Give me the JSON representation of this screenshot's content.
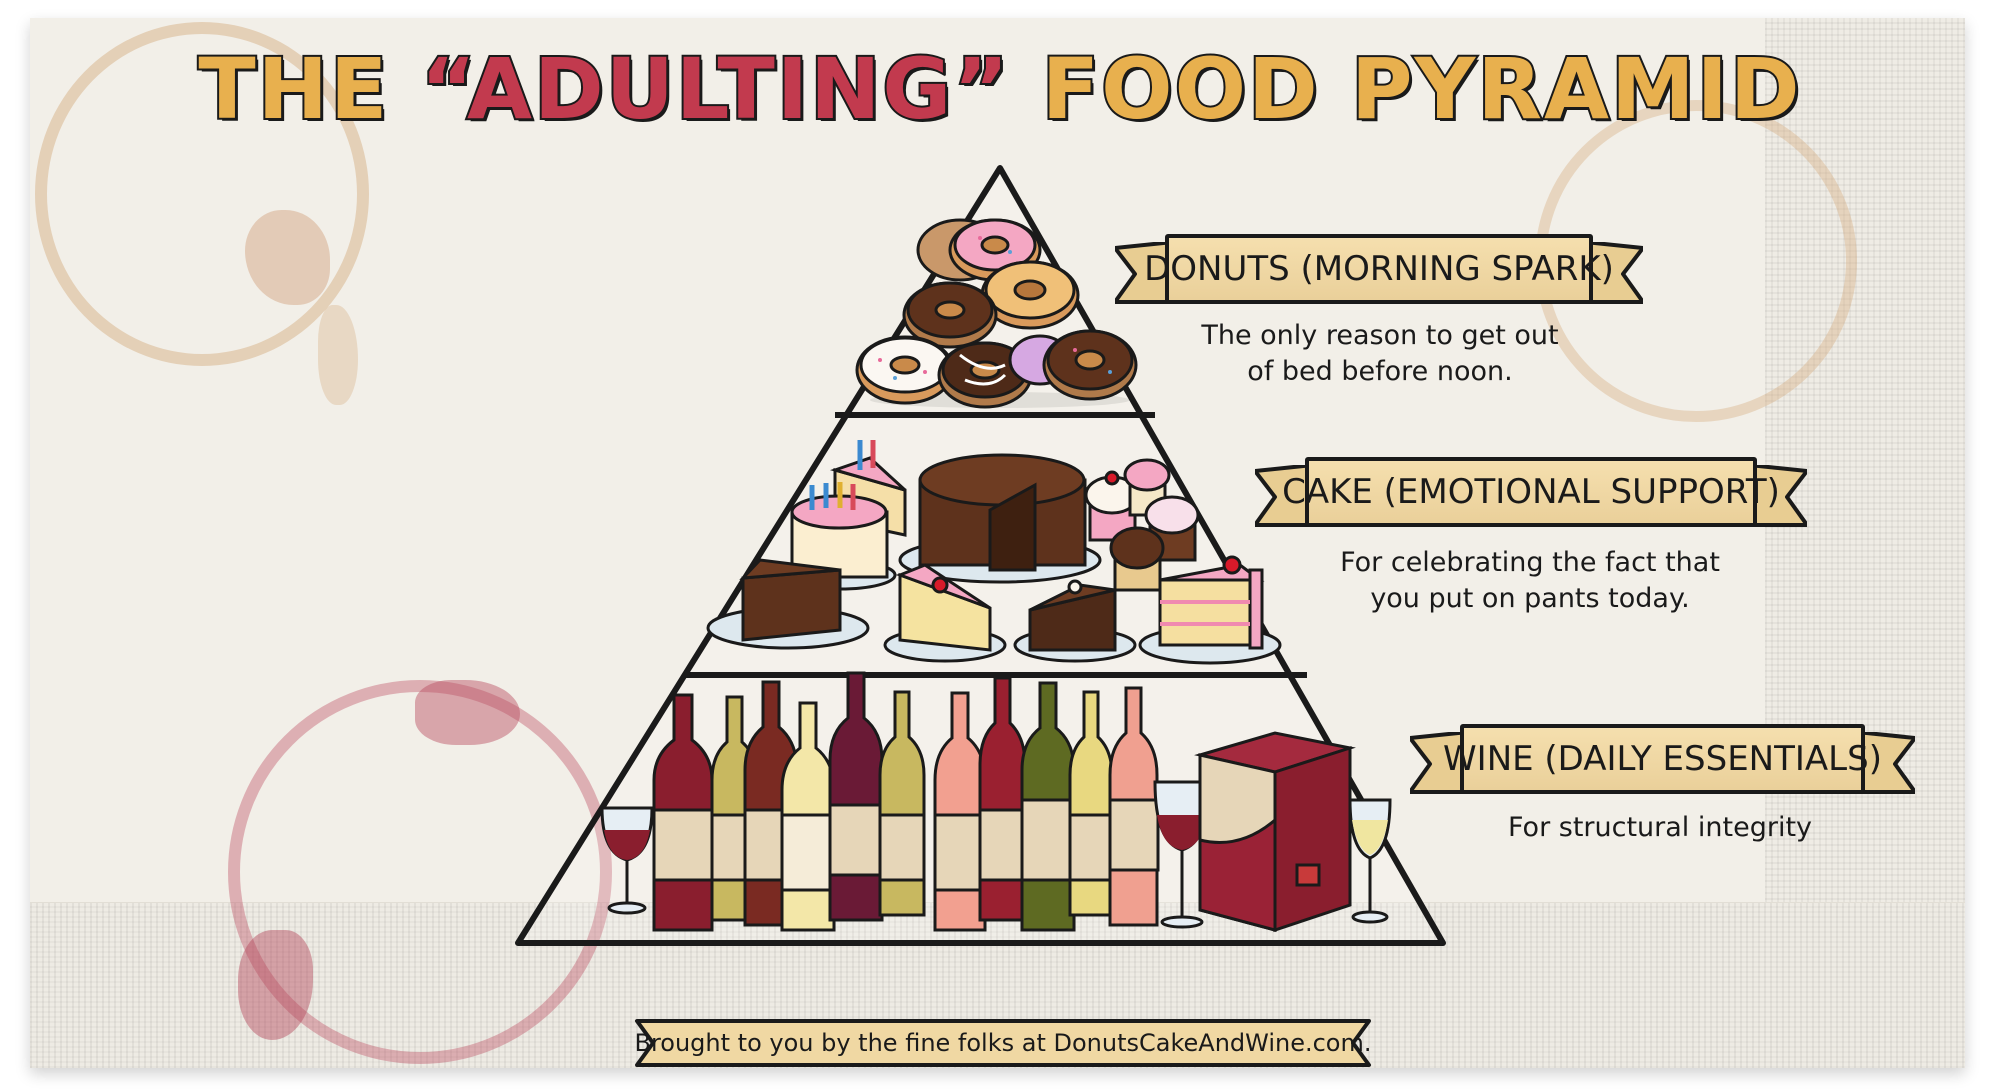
{
  "title": {
    "part1": "THE ",
    "part2": "“ADULTING”",
    "part3": " FOOD PYRAMID",
    "colors": {
      "gold": "#e8b04e",
      "red": "#c23a4e",
      "outline": "#1a1a1a"
    }
  },
  "pyramid": {
    "tiers": [
      {
        "position": "top",
        "label": "DONUTS (MORNING SPARK)",
        "description_line1": "The only reason to get out",
        "description_line2": "of bed before noon.",
        "illustration": "stack-of-donuts"
      },
      {
        "position": "middle",
        "label": "CAKE (EMOTIONAL SUPPORT)",
        "description_line1": "For celebrating the fact that",
        "description_line2": "you put on pants today.",
        "illustration": "cakes-slices-cupcakes"
      },
      {
        "position": "base",
        "label": "WINE (DAILY ESSENTIALS)",
        "description_line1": "For structural integrity",
        "description_line2": "",
        "illustration": "wine-bottles-glasses-boxed-wine"
      }
    ]
  },
  "footer": {
    "text": "Brought to you by the fine folks at DonutsCakeAndWine.com."
  },
  "colors": {
    "napkin": "#f2efe8",
    "ribbon": "#f0d8a3",
    "coffee_stain": "#d9b48a",
    "wine_stain": "#b94a5f"
  }
}
